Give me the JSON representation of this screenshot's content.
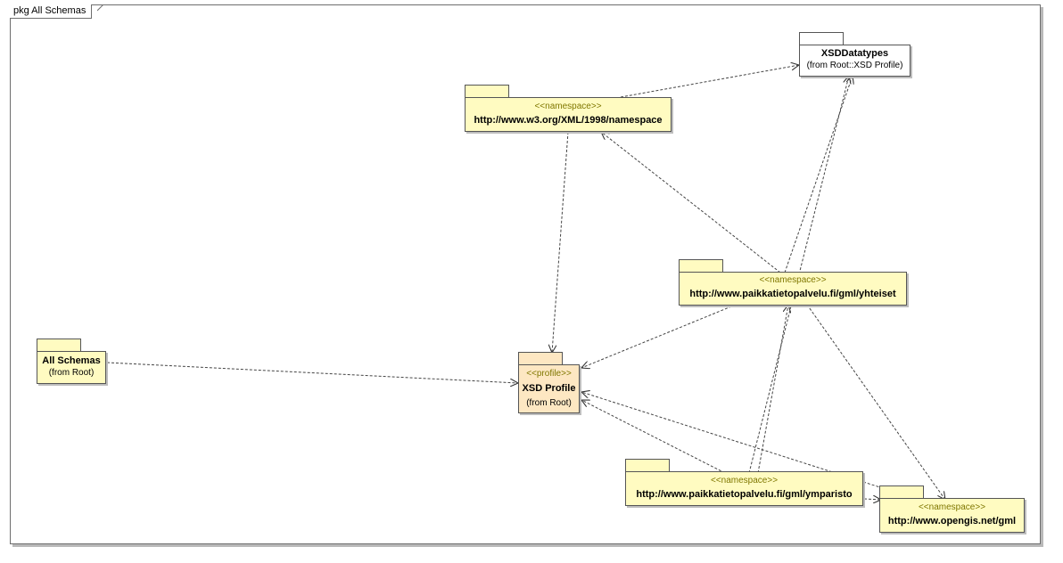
{
  "frame": {
    "title": "pkg All Schemas"
  },
  "packages": {
    "xsddatatypes": {
      "name": "XSDDatatypes",
      "from": "(from Root::XSD Profile)"
    },
    "w3ns": {
      "stereotype": "<<namespace>>",
      "name": "http://www.w3.org/XML/1998/namespace"
    },
    "yhteiset": {
      "stereotype": "<<namespace>>",
      "name": "http://www.paikkatietopalvelu.fi/gml/yhteiset"
    },
    "allschemas": {
      "name": "All Schemas",
      "from": "(from Root)"
    },
    "xsdprofile": {
      "stereotype": "<<profile>>",
      "name": "XSD Profile",
      "from": "(from Root)"
    },
    "ymparisto": {
      "stereotype": "<<namespace>>",
      "name": "http://www.paikkatietopalvelu.fi/gml/ymparisto"
    },
    "opengis": {
      "stereotype": "<<namespace>>",
      "name": "http://www.opengis.net/gml"
    }
  },
  "colors": {
    "package_fill": "#fffbc1",
    "profile_fill": "#fde7c2",
    "border": "#555555"
  }
}
